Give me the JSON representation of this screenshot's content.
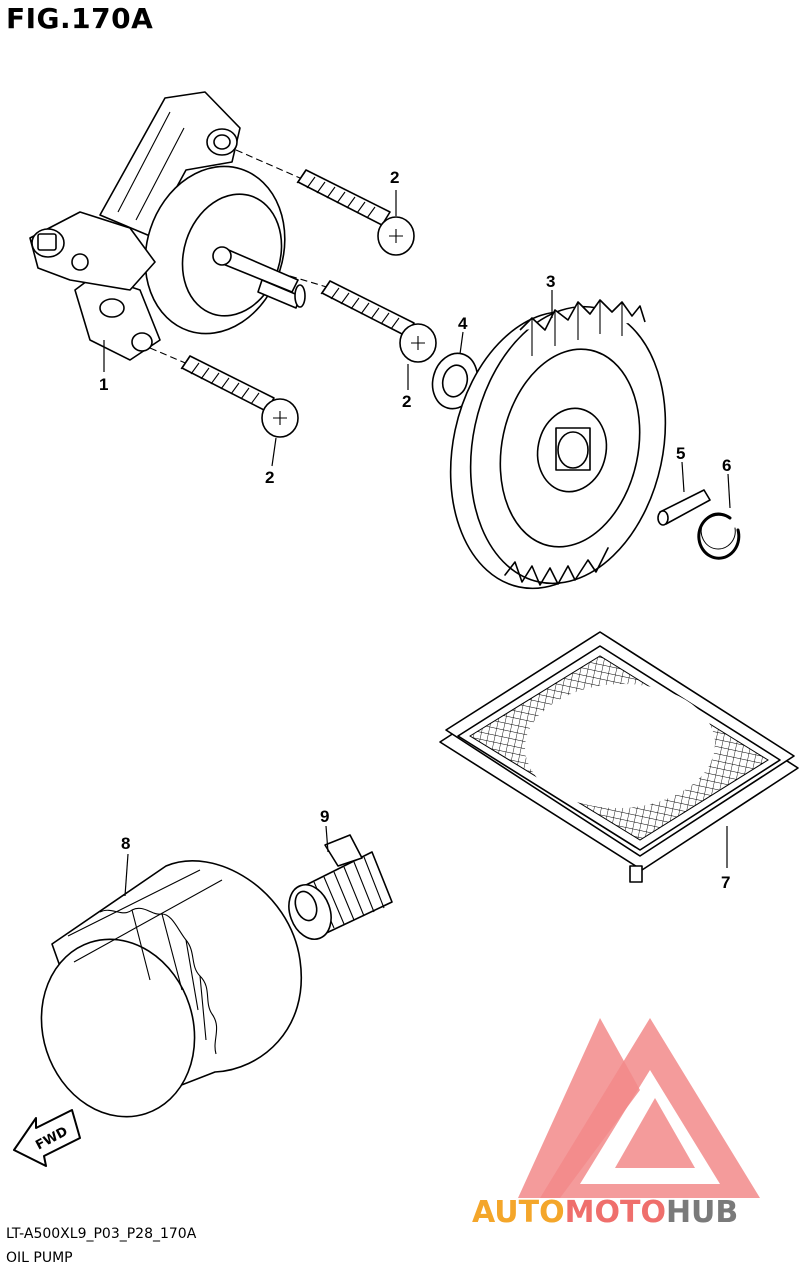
{
  "figure": {
    "title": "FIG.170A",
    "code": "LT-A500XL9_P03_P28_170A",
    "name": "OIL PUMP"
  },
  "callouts": {
    "c1": "1",
    "c2a": "2",
    "c2b": "2",
    "c2c": "2",
    "c3": "3",
    "c4": "4",
    "c5": "5",
    "c6": "6",
    "c7": "7",
    "c8": "8",
    "c9": "9"
  },
  "fwd_label": "FWD",
  "watermark": {
    "part1": "AUTO",
    "part2": "MOTO",
    "part3": "HUB",
    "color_primary": "#f4a62a",
    "color_secondary": "#ef6f6c",
    "color_tertiary": "#7a7a7a"
  }
}
